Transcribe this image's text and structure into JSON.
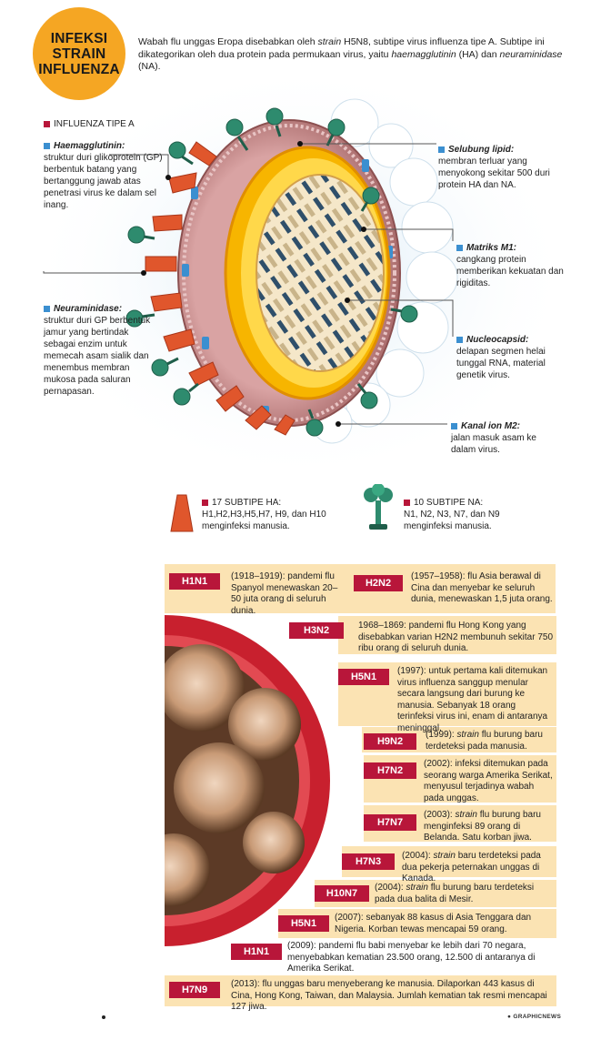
{
  "title": "INFEKSI\nSTRAIN\nINFLUENZA",
  "intro_parts": [
    "Wabah flu unggas Eropa disebabkan oleh ",
    "strain",
    " H5N8, subtipe virus influenza tipe A. Subtipe ini dikategorikan oleh dua protein pada permukaan virus, yaitu ",
    "haemagglutinin",
    " (HA) dan ",
    "neuraminidase",
    " (NA)."
  ],
  "diagram_label": "INFLUENZA TIPE A",
  "annotations": {
    "haemagglutinin": {
      "name": "Haemagglutinin:",
      "text": "struktur duri glikoprotein (GP) berbentuk batang yang bertanggung jawab atas penetrasi virus ke dalam sel inang."
    },
    "neuraminidase": {
      "name": "Neuraminidase:",
      "text": "struktur duri GP berbentuk jamur yang bertindak sebagai enzim untuk memecah asam sialik dan menembus membran mukosa pada saluran pernapasan."
    },
    "lipid": {
      "name": "Selubung lipid:",
      "text": "membran terluar yang menyokong sekitar 500 duri protein HA dan NA."
    },
    "matrix": {
      "name": "Matriks M1:",
      "text": "cangkang protein memberikan kekuatan dan rigiditas."
    },
    "nucleo": {
      "name": "Nucleocapsid:",
      "text": "delapan segmen helai tunggal RNA, material genetik virus."
    },
    "ion": {
      "name": "Kanal ion M2:",
      "text": "jalan masuk asam ke dalam virus."
    }
  },
  "legend": {
    "ha_title": "17 SUBTIPE HA:",
    "ha_text": "H1,H2,H3,H5,H7, H9, dan H10 menginfeksi manusia.",
    "na_title": "10 SUBTIPE NA:",
    "na_text": "N1, N2, N3, N7, dan N9 menginfeksi manusia."
  },
  "timeline": [
    {
      "tag": "H1N1",
      "text": "(1918–1919): pandemi flu Spanyol menewaskan 20–50 juta orang di seluruh dunia."
    },
    {
      "tag": "H2N2",
      "text": "(1957–1958): flu Asia berawal di Cina dan menyebar ke seluruh dunia, menewaskan 1,5 juta orang."
    },
    {
      "tag": "H3N2",
      "text": "1968–1869: pandemi flu Hong Kong yang disebabkan varian H2N2 membunuh sekitar 750 ribu orang di seluruh dunia."
    },
    {
      "tag": "H5N1",
      "text": "(1997): untuk pertama kali ditemukan virus influenza sanggup menular secara langsung dari burung ke manusia. Sebanyak 18 orang terinfeksi virus ini, enam di antaranya meninggal."
    },
    {
      "tag": "H9N2",
      "text_pre": "(1999): ",
      "text_em": "strain",
      "text_post": " flu burung baru terdeteksi pada manusia."
    },
    {
      "tag": "H7N2",
      "text": "(2002): infeksi ditemukan pada seorang warga Amerika Serikat, menyusul terjadinya wabah pada unggas."
    },
    {
      "tag": "H7N7",
      "text_pre": "(2003): ",
      "text_em": "strain",
      "text_post": " flu burung baru menginfeksi 89 orang di Belanda. Satu korban jiwa."
    },
    {
      "tag": "H7N3",
      "text_pre": "(2004): ",
      "text_em": "strain",
      "text_post": " baru terdeteksi pada dua pekerja peternakan unggas di Kanada."
    },
    {
      "tag": "H10N7",
      "text_pre": "(2004): ",
      "text_em": "strain",
      "text_post": " flu burung baru terdeteksi pada dua balita di Mesir."
    },
    {
      "tag": "H5N1",
      "text": "(2007): sebanyak 88 kasus di Asia Tenggara dan Nigeria. Korban tewas mencapai 59 orang."
    },
    {
      "tag": "H1N1",
      "text": "(2009): pandemi flu babi menyebar ke lebih dari 70 negara, menyebabkan kematian 23.500 orang, 12.500 di antaranya di Amerika Serikat."
    },
    {
      "tag": "H7N9",
      "text": "(2013): flu unggas baru menyeberang ke manusia. Dilaporkan 443 kasus di Cina, Hong Kong, Taiwan, dan Malaysia. Jumlah kematian tak resmi mencapai 127 jiwa."
    }
  ],
  "credit": "GRAPHICNEWS",
  "colors": {
    "accent_red": "#b8163a",
    "orange": "#f5a623",
    "cream": "#fbe3b3",
    "spike_red": "#e0562c",
    "spike_green": "#2e8b6e",
    "blue": "#3b8fd0"
  }
}
